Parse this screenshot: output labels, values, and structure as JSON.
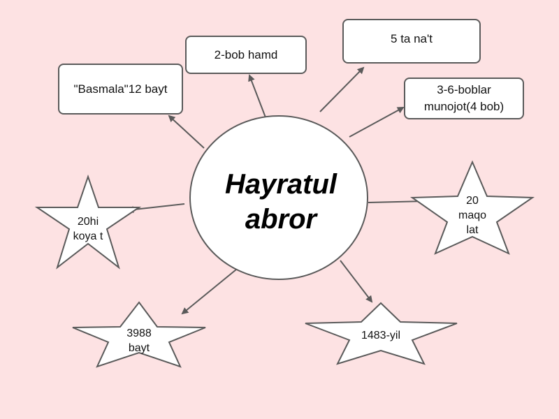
{
  "center": {
    "title": "Hayratul abror"
  },
  "boxes": {
    "basmala": "\"Basmala\"12 bayt",
    "hamd": "2-bob hamd",
    "naat": "5 ta na't",
    "munojot": "3-6-boblar munojot(4 bob)"
  },
  "stars": {
    "hikoyat": "20hi koya t",
    "maqolat": "20 maqo lat",
    "bayt": "3988 bayt",
    "yil": "1483-yil"
  },
  "colors": {
    "background": "#fde2e3",
    "stroke": "#5a5a5a",
    "fill": "#ffffff"
  }
}
